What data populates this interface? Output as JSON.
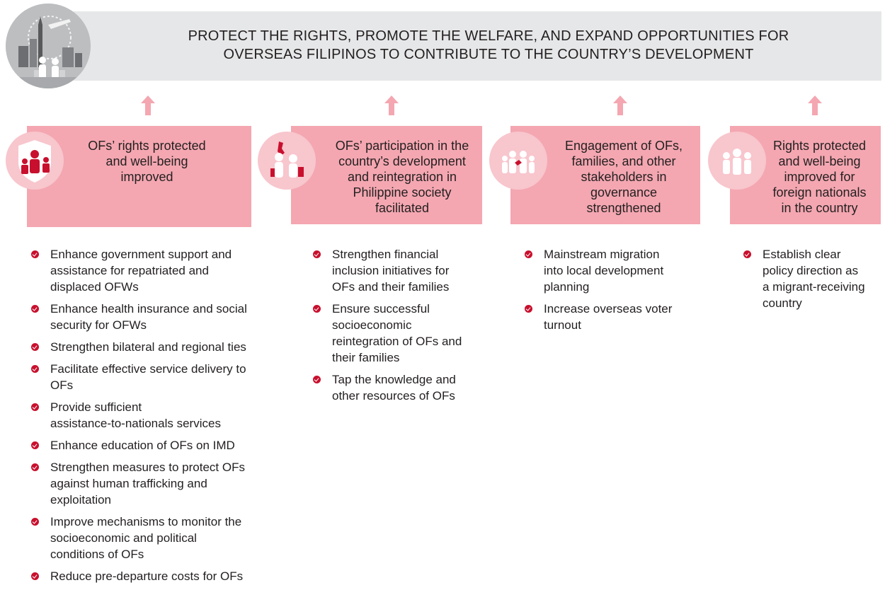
{
  "header": {
    "title_line1": "PROTECT THE RIGHTS, PROMOTE THE WELFARE, AND EXPAND OPPORTUNITIES FOR",
    "title_line2": "OVERSEAS FILIPINOS TO CONTRIBUTE TO THE COUNTRY’S DEVELOPMENT",
    "icon": "globe-travelers-icon"
  },
  "colors": {
    "card_pink": "#f4a7b1",
    "icon_circle": "#f8c6cd",
    "bullet_red": "#c8102e",
    "arrow_pink": "#f4a7b1",
    "header_gray": "#e6e7e8"
  },
  "outcomes": [
    {
      "lines": [
        "OFs’ rights protected",
        "and well-being",
        "improved"
      ],
      "icon": "shield-family-icon",
      "strategies": [
        [
          "Enhance government support and",
          "assistance for repatriated and",
          "displaced OFWs"
        ],
        [
          "Enhance health insurance and social",
          "security for OFWs"
        ],
        [
          "Strengthen bilateral and regional ties"
        ],
        [
          "Facilitate effective service delivery to",
          "OFs"
        ],
        [
          "Provide sufficient",
          "assistance-to-nationals services"
        ],
        [
          "Enhance education of OFs on IMD"
        ],
        [
          "Strengthen measures to protect OFs",
          "against human trafficking and",
          "exploitation"
        ],
        [
          "Improve mechanisms to monitor the",
          "socioeconomic and political",
          "conditions of OFs"
        ],
        [
          "Reduce pre-departure costs for OFs"
        ]
      ]
    },
    {
      "lines": [
        "OFs’ participation in the",
        "country’s development",
        "and reintegration in",
        "Philippine society",
        "facilitated"
      ],
      "icon": "philippines-travelers-icon",
      "strategies": [
        [
          "Strengthen financial",
          "inclusion initiatives for",
          "OFs and their families"
        ],
        [
          "Ensure successful",
          "socioeconomic",
          "reintegration of OFs and",
          "their families"
        ],
        [
          "Tap the knowledge and",
          "other resources of OFs"
        ]
      ]
    },
    {
      "lines": [
        "Engagement of OFs,",
        "families, and other",
        "stakeholders in",
        "governance",
        "strengthened"
      ],
      "icon": "group-handshake-icon",
      "strategies": [
        [
          "Mainstream migration",
          "into local development",
          "planning"
        ],
        [
          "Increase overseas voter",
          "turnout"
        ]
      ]
    },
    {
      "lines": [
        "Rights protected",
        "and well-being",
        "improved for",
        "foreign nationals",
        "in the country"
      ],
      "icon": "foreign-nationals-icon",
      "strategies": [
        [
          "Establish clear",
          "policy direction as",
          "a migrant-receiving",
          "country"
        ]
      ]
    }
  ]
}
